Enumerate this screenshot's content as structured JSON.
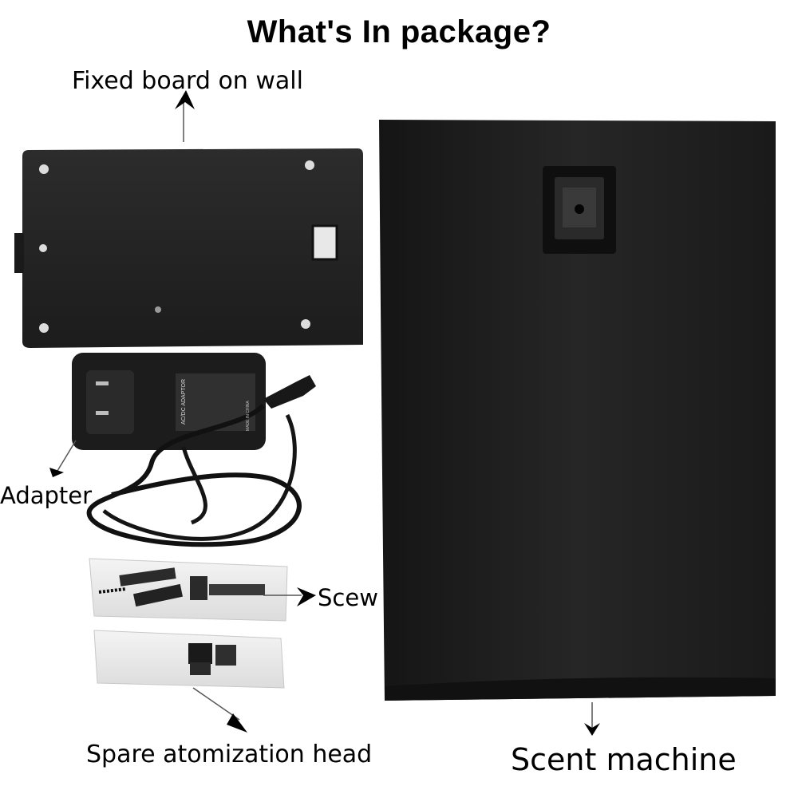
{
  "title": "What's In package?",
  "labels": {
    "board": "Fixed board on wall",
    "adapter": "Adapter",
    "screw": "Scew",
    "spare": "Spare atomization head",
    "scent": "Scent machine"
  },
  "adapter_print": {
    "heading": "AC/DC ADAPTOR",
    "made_in": "MADE IN CHINA"
  },
  "colors": {
    "device": "#1f1f1f",
    "plate": "#262626",
    "background": "#ffffff"
  }
}
